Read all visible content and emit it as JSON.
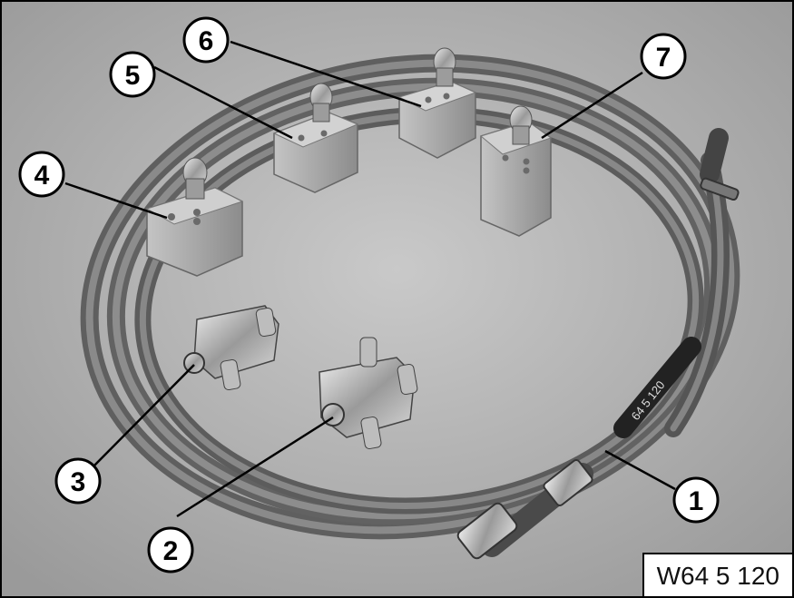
{
  "figure": {
    "reference": "W64 5 120",
    "callouts": [
      "1",
      "2",
      "3",
      "4",
      "5",
      "6",
      "7"
    ],
    "hose_label": "64 5 120"
  }
}
